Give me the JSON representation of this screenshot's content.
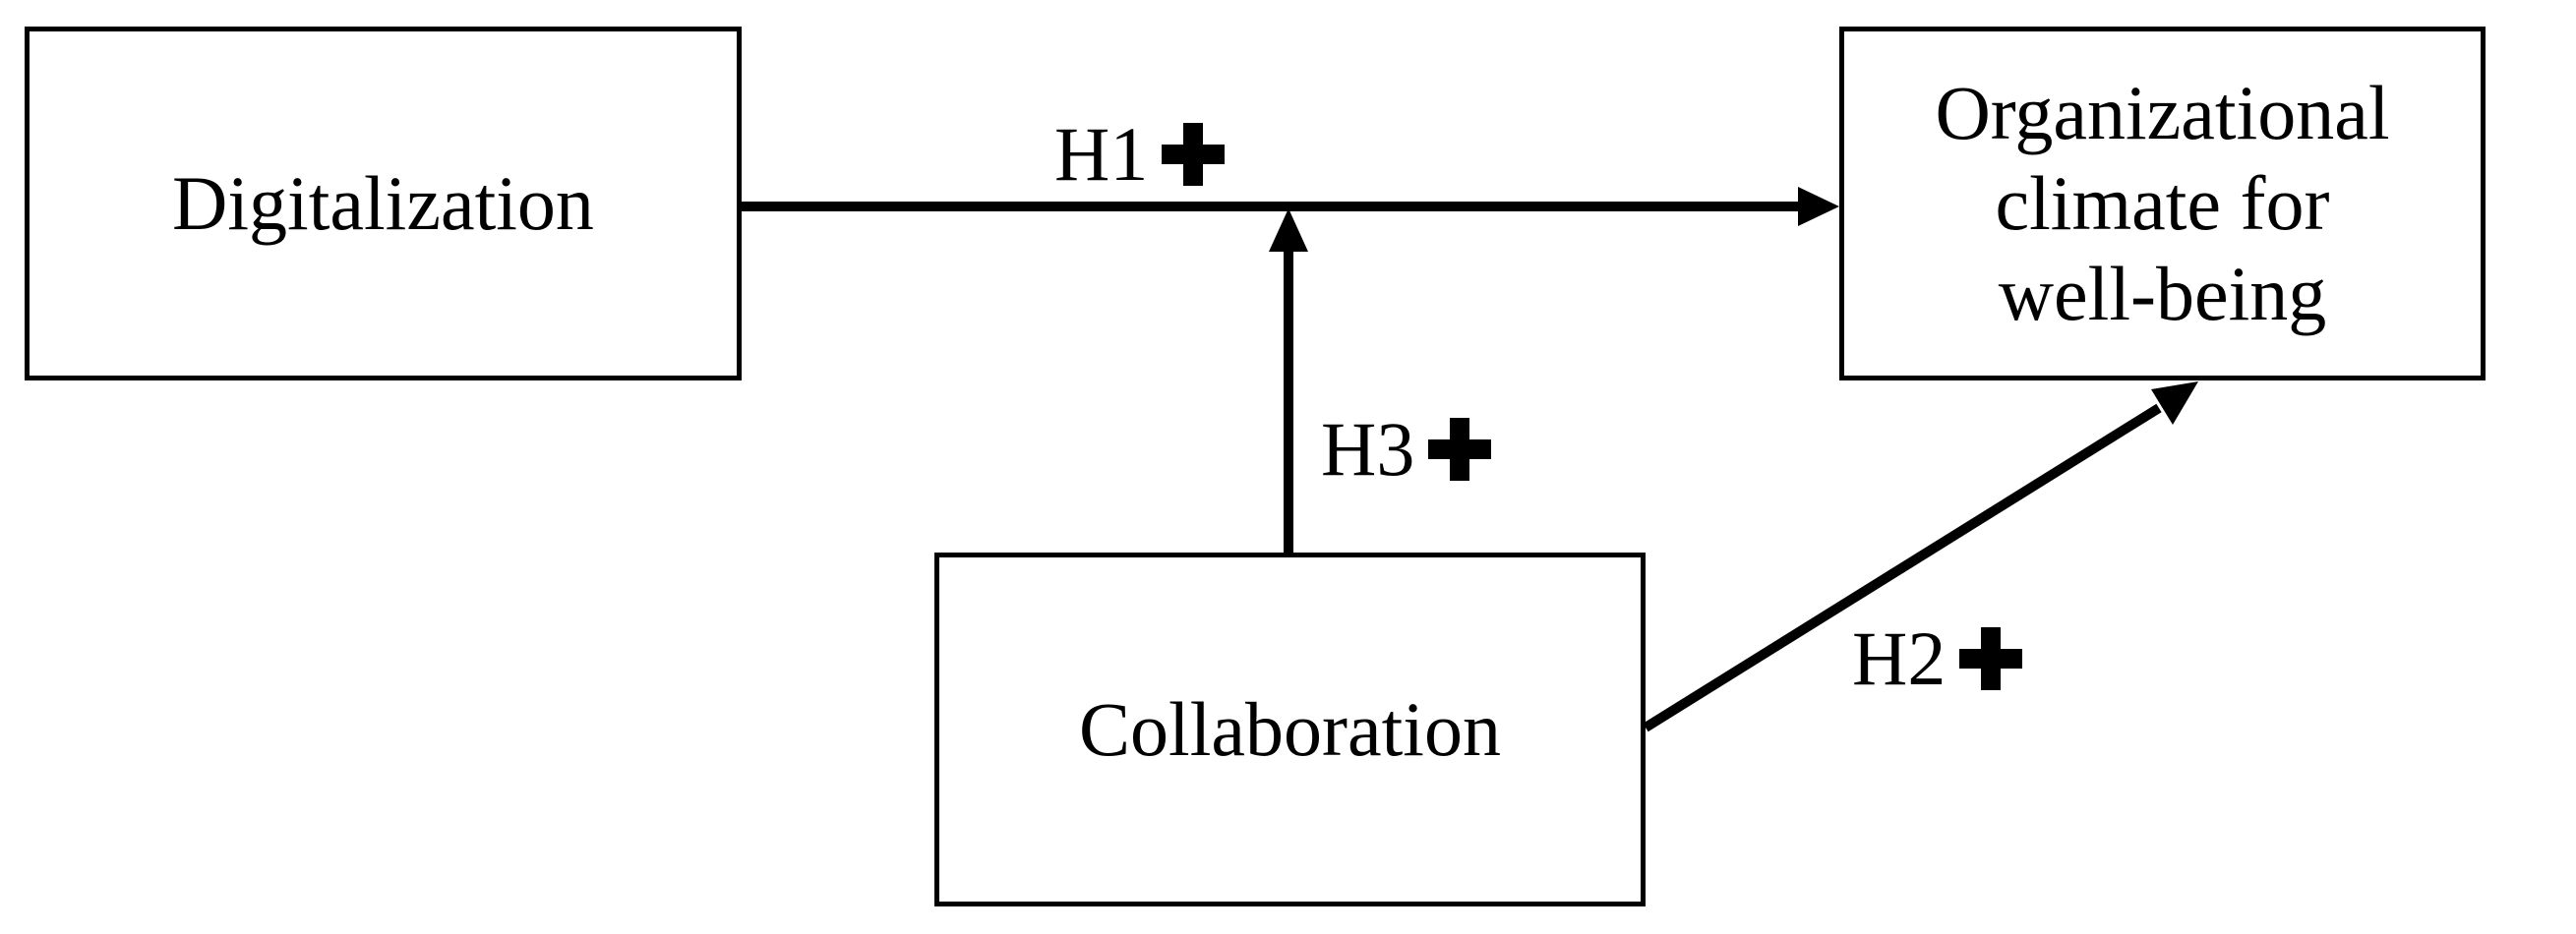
{
  "nodes": {
    "digitalization": "Digitalization",
    "climate": "Organizational\nclimate for\nwell-being",
    "collaboration": "Collaboration"
  },
  "hypotheses": {
    "h1": {
      "label": "H1",
      "sign": "+"
    },
    "h2": {
      "label": "H2",
      "sign": "+"
    },
    "h3": {
      "label": "H3",
      "sign": "+"
    }
  },
  "colors": {
    "stroke": "#000000",
    "background": "#ffffff"
  }
}
